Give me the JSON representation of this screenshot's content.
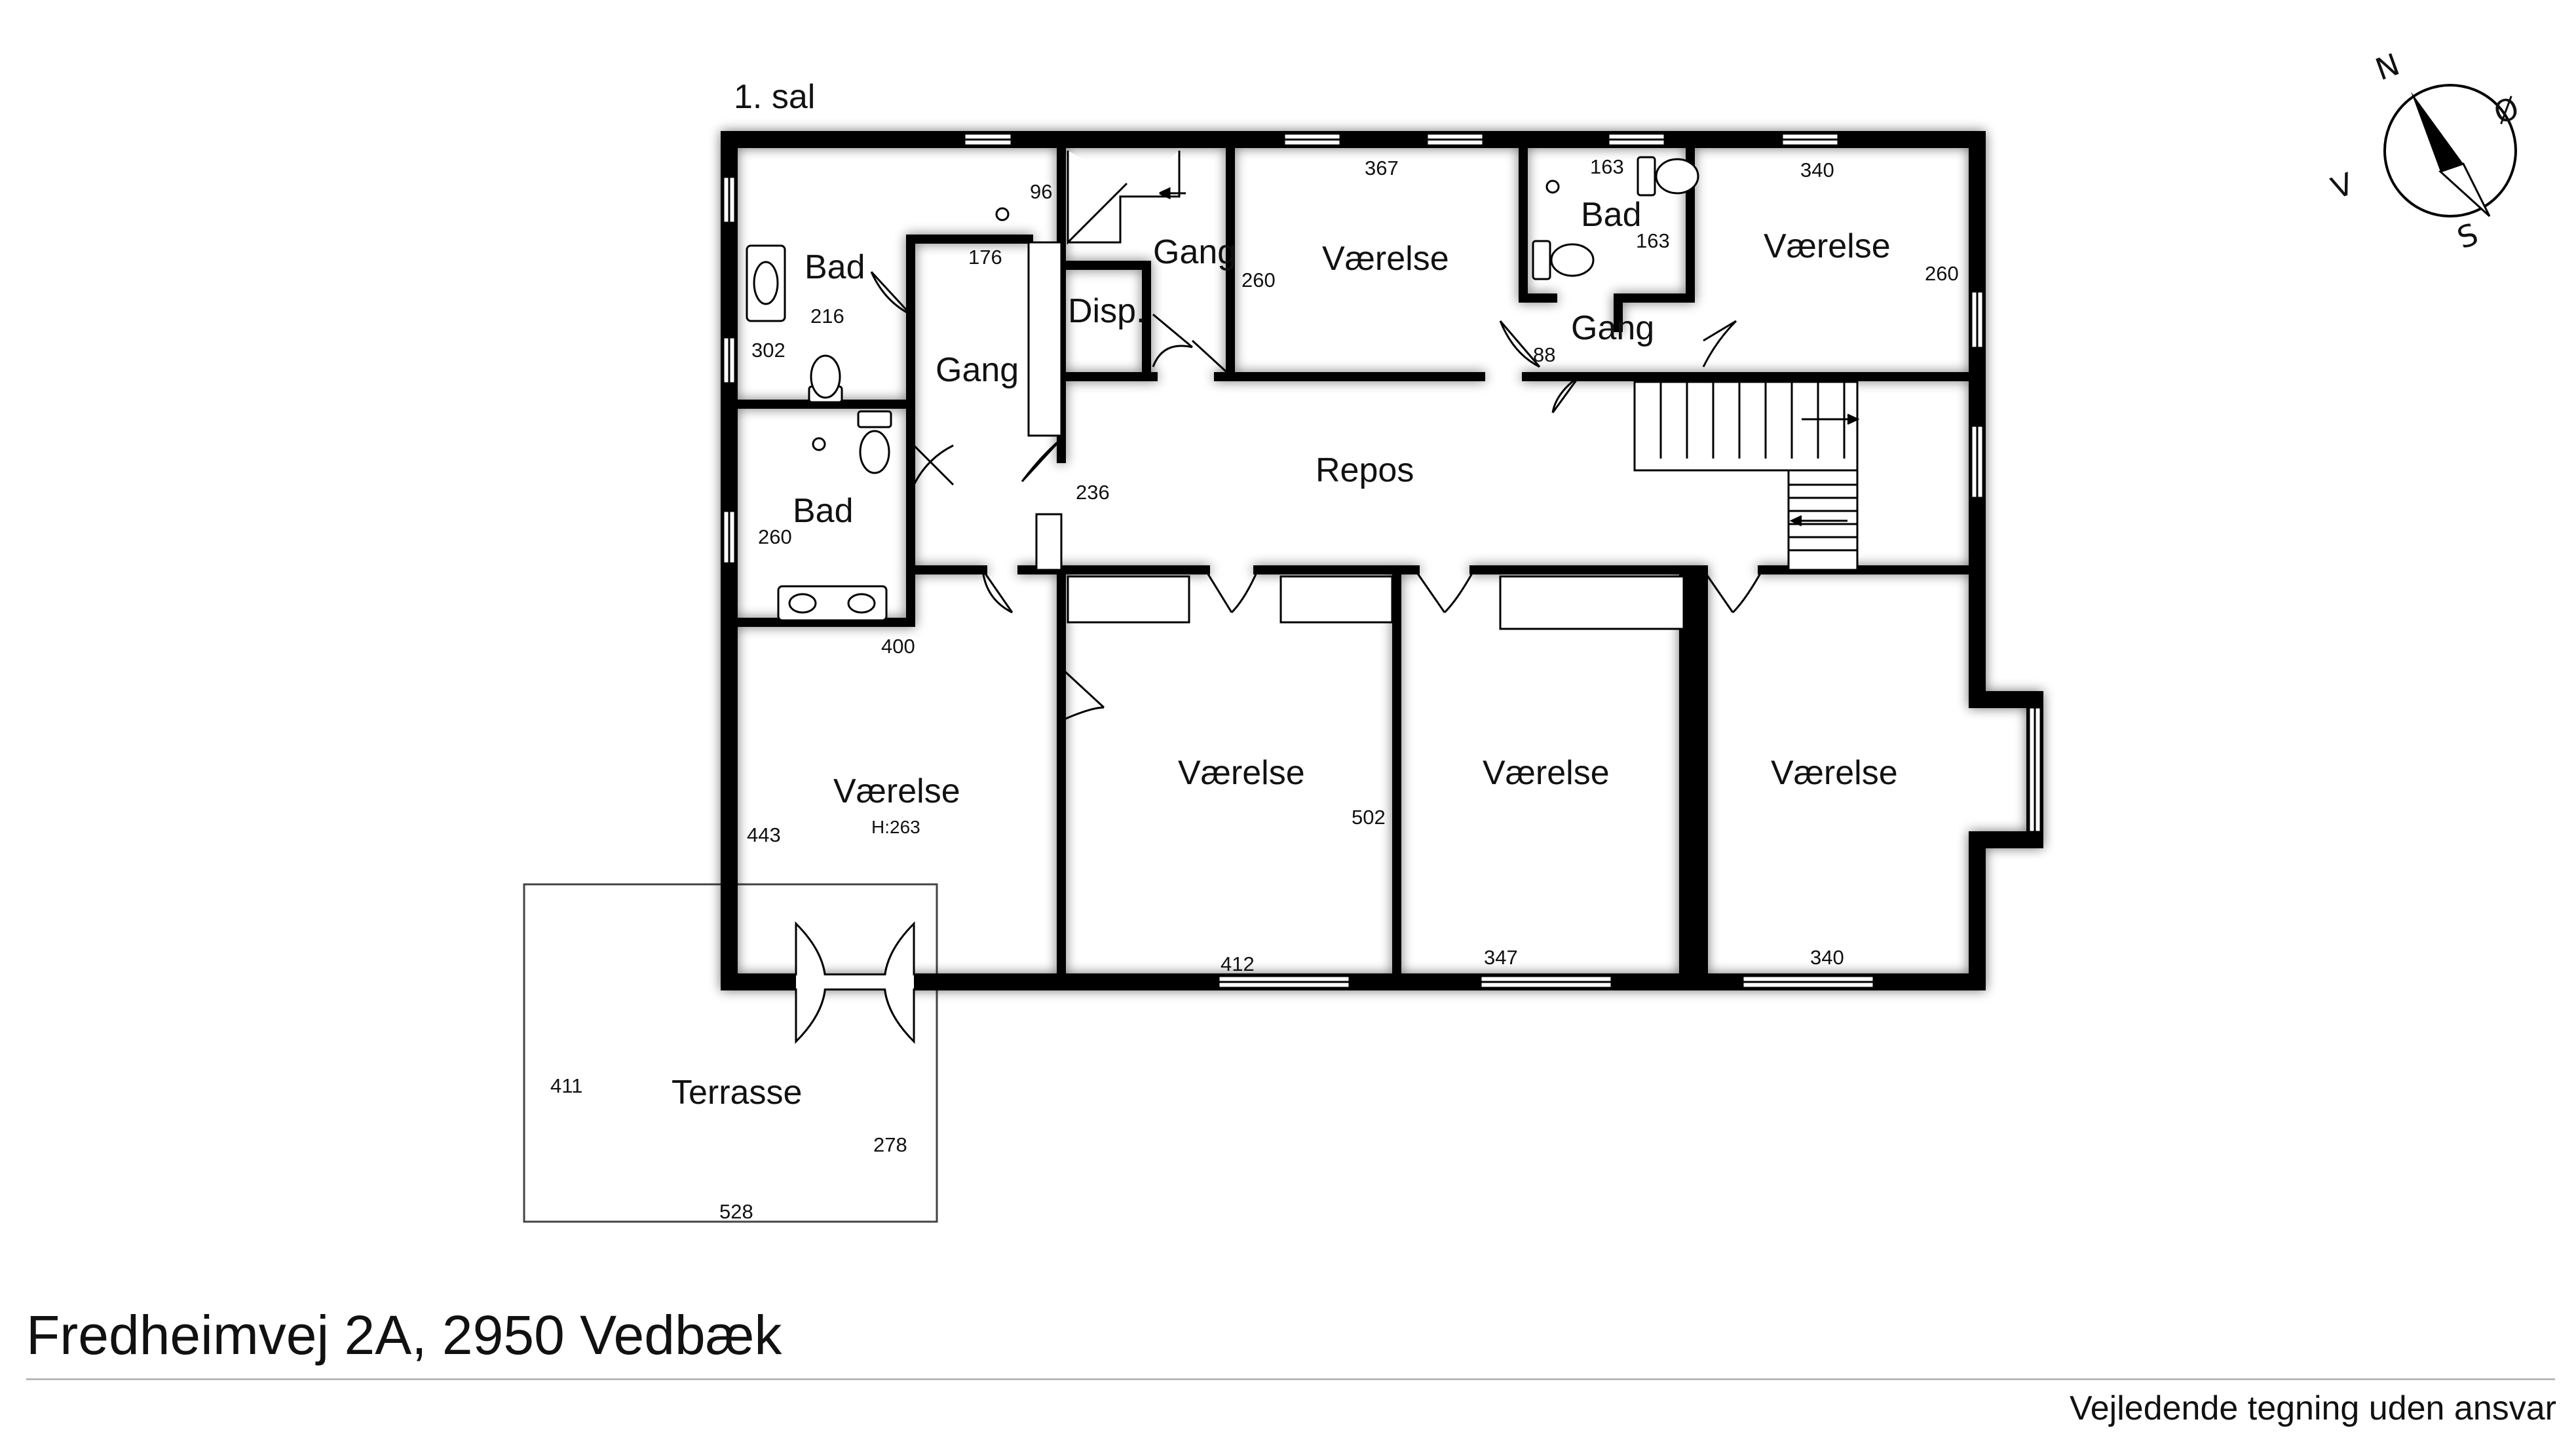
{
  "floor_label": "1. sal",
  "rooms": {
    "bad_1": "Bad",
    "bad_2": "Bad",
    "bad_3": "Bad",
    "gang_1": "Gang",
    "gang_2": "Gang",
    "gang_3": "Gang",
    "disp": "Disp.",
    "repos": "Repos",
    "vaerelse_top_1": "Værelse",
    "vaerelse_top_2": "Værelse",
    "vaerelse_bottom_1": "Værelse",
    "vaerelse_bottom_2": "Værelse",
    "vaerelse_bottom_3": "Værelse",
    "vaerelse_bottom_4": "Værelse",
    "terrasse": "Terrasse",
    "ceiling_height": "H:263"
  },
  "dimensions": {
    "d96": "96",
    "d176": "176",
    "d216": "216",
    "d302": "302",
    "d260_bad": "260",
    "d400": "400",
    "d236": "236",
    "d367": "367",
    "d260_v1": "260",
    "d163_a": "163",
    "d163_b": "163",
    "d88": "88",
    "d340_top": "340",
    "d260_v2": "260",
    "d443": "443",
    "d502": "502",
    "d412": "412",
    "d347": "347",
    "d340_bottom": "340",
    "d411": "411",
    "d278": "278",
    "d528": "528"
  },
  "compass": {
    "north": "N",
    "east": "Ø",
    "south": "S",
    "west": "V"
  },
  "footer": {
    "address": "Fredheimvej 2A, 2950 Vedbæk",
    "disclaimer": "Vejledende tegning uden ansvar"
  },
  "colors": {
    "wall": "#000000",
    "background": "#ffffff",
    "rule": "#b9b9b9"
  }
}
